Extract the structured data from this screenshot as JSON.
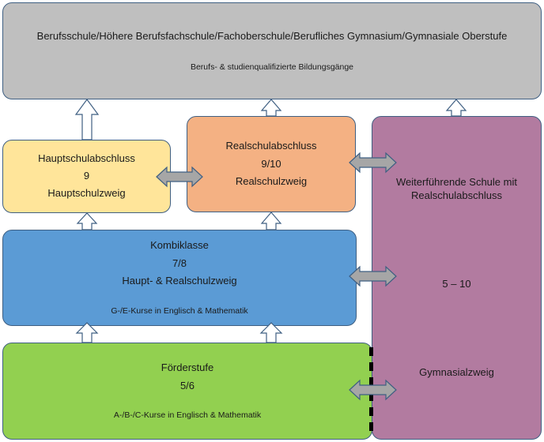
{
  "top_box": {
    "title": "Berufsschule/Höhere Berufsfachschule/Fachoberschule/Berufliches Gymnasium/Gymnasiale Oberstufe",
    "subtitle": "Berufs- & studienqualifizierte Bildungsgänge"
  },
  "hauptschule": {
    "title": "Hauptschulabschluss",
    "grade": "9",
    "branch": "Hauptschulzweig"
  },
  "realschule": {
    "title": "Realschulabschluss",
    "grade": "9/10",
    "branch": "Realschulzweig"
  },
  "weiterfuehrend": {
    "title_line1": "Weiterführende Schule mit",
    "title_line2": "Realschulabschluss",
    "grades": "5 – 10",
    "branch": "Gymnasialzweig"
  },
  "kombiklasse": {
    "title": "Kombiklasse",
    "grade": "7/8",
    "branch": "Haupt- & Realschulzweig",
    "courses": "G-/E-Kurse in Englisch & Mathematik"
  },
  "foerderstufe": {
    "title": "Förderstufe",
    "grade": "5/6",
    "courses": "A-/B-/C-Kurse in Englisch & Mathematik"
  },
  "colors": {
    "top": "#bfbfbf",
    "hauptschule": "#ffe59a",
    "realschule": "#f4b183",
    "weiterfuehrend": "#b27ba0",
    "kombiklasse": "#5b9bd5",
    "foerderstufe": "#92d050",
    "double_arrow": "#a6a6a6"
  }
}
